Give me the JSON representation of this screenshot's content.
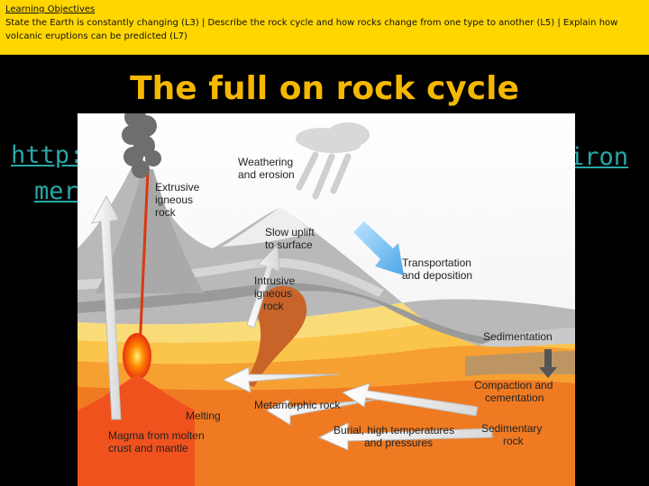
{
  "objectives": {
    "heading": "Learning Objectives",
    "text": "State the Earth is constantly changing (L3) | Describe the rock cycle and how rocks change from one type to another (L5) | Explain how volcanic eruptions can be predicted (L7)"
  },
  "title": "The full on rock cycle",
  "link": {
    "line1": "http:/",
    "line2": "mer",
    "tail": "iron"
  },
  "diagram": {
    "labels": {
      "weathering": [
        "Weathering",
        "and erosion"
      ],
      "extrusive": [
        "Extrusive",
        "igneous",
        "rock"
      ],
      "uplift": [
        "Slow uplift",
        "to surface"
      ],
      "transport": [
        "Transportation",
        "and deposition"
      ],
      "intrusive": [
        "Intrusive",
        "igneous",
        "rock"
      ],
      "sedimentation": "Sedimentation",
      "compaction": [
        "Compaction and",
        "cementation"
      ],
      "metamorphic": "Metamorphic rock",
      "melting": "Melting",
      "magma": [
        "Magma from molten",
        "crust and mantle"
      ],
      "burial": [
        "Burial, high temperatures",
        "and pressures"
      ],
      "sedimentary": [
        "Sedimentary",
        "rock"
      ]
    }
  }
}
